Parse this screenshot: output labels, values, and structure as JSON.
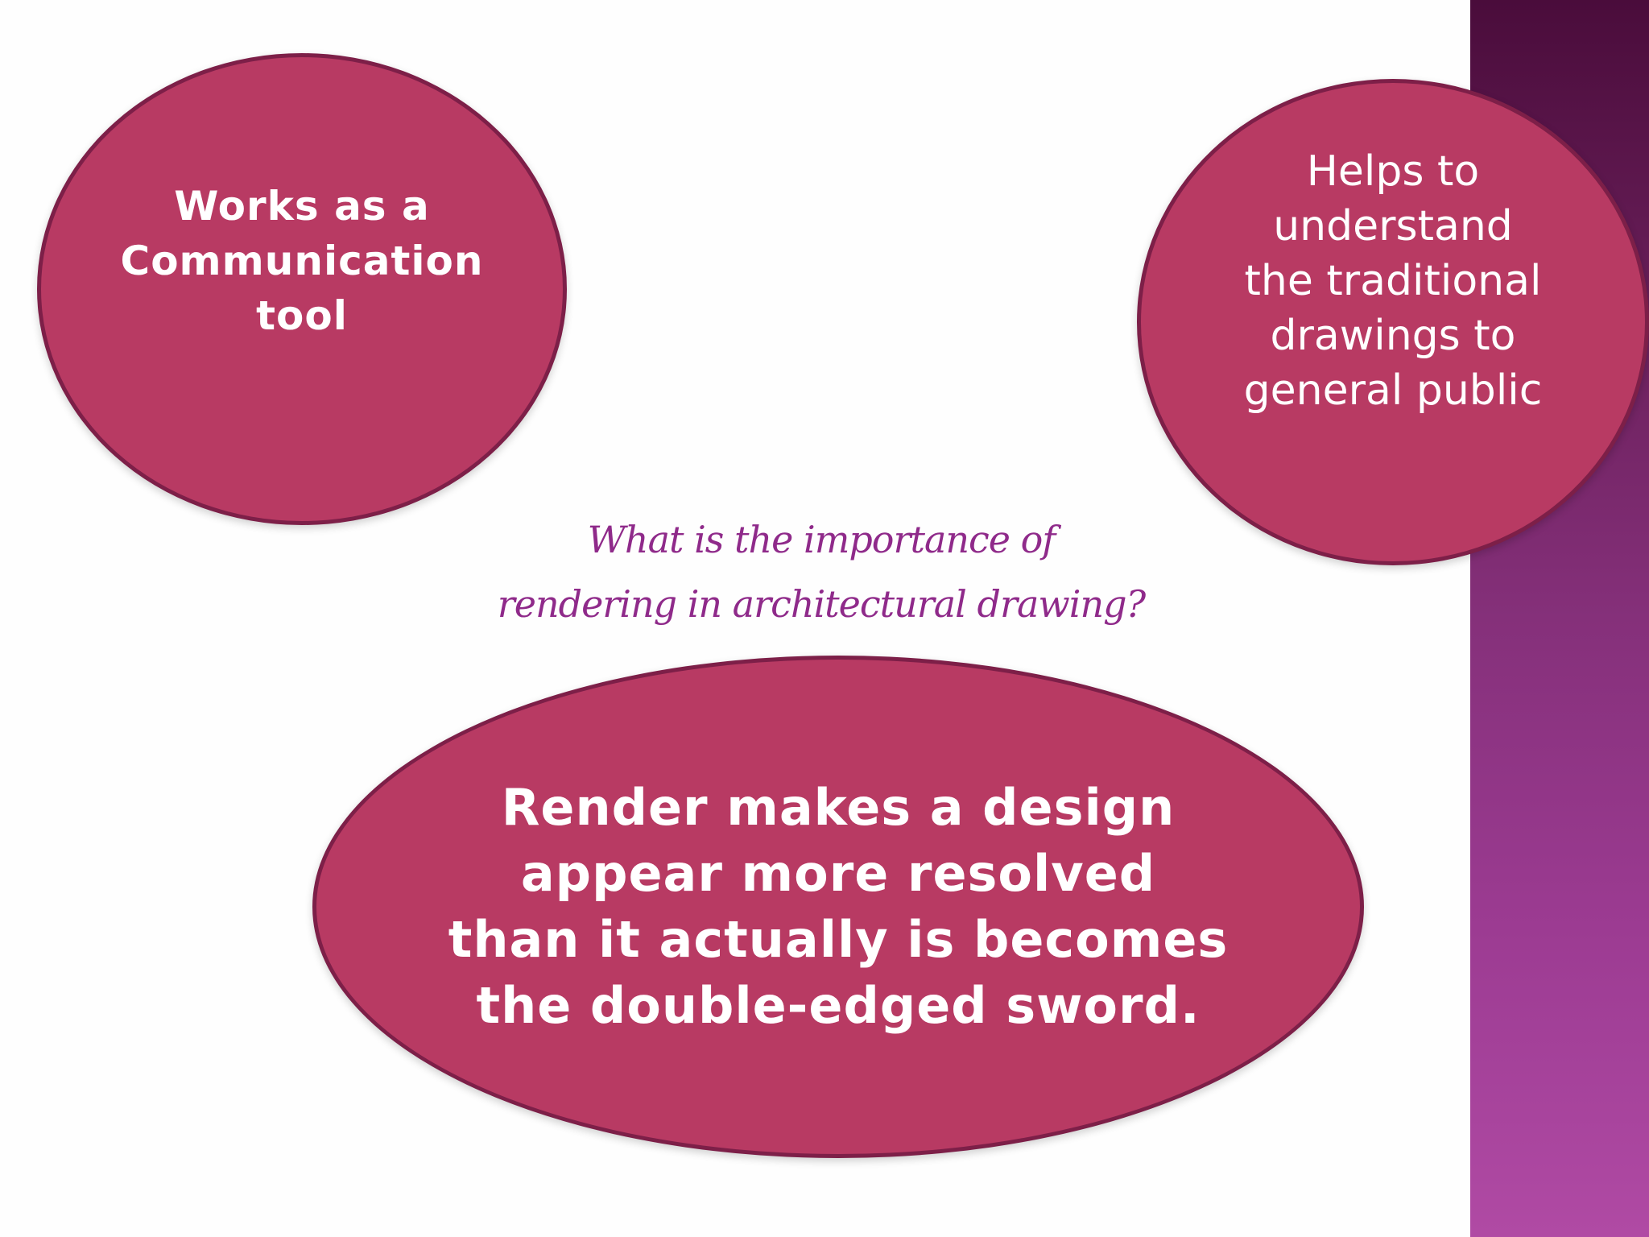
{
  "slide": {
    "question": "What is the importance of\nrendering in architectural drawing?",
    "bubbles": {
      "communication": "Works as a\nCommunication\ntool",
      "understanding": "Helps to\nunderstand\nthe traditional\ndrawings to\ngeneral public",
      "double_edged": "Render makes a design\nappear more resolved\nthan it actually is becomes\nthe double-edged sword."
    }
  },
  "colors": {
    "bubble_fill": "#b83a63",
    "bubble_border": "#7d1f48",
    "question_text": "#8f2a8a",
    "band_top": "#4a0c3b",
    "band_bottom": "#b04aa4"
  }
}
